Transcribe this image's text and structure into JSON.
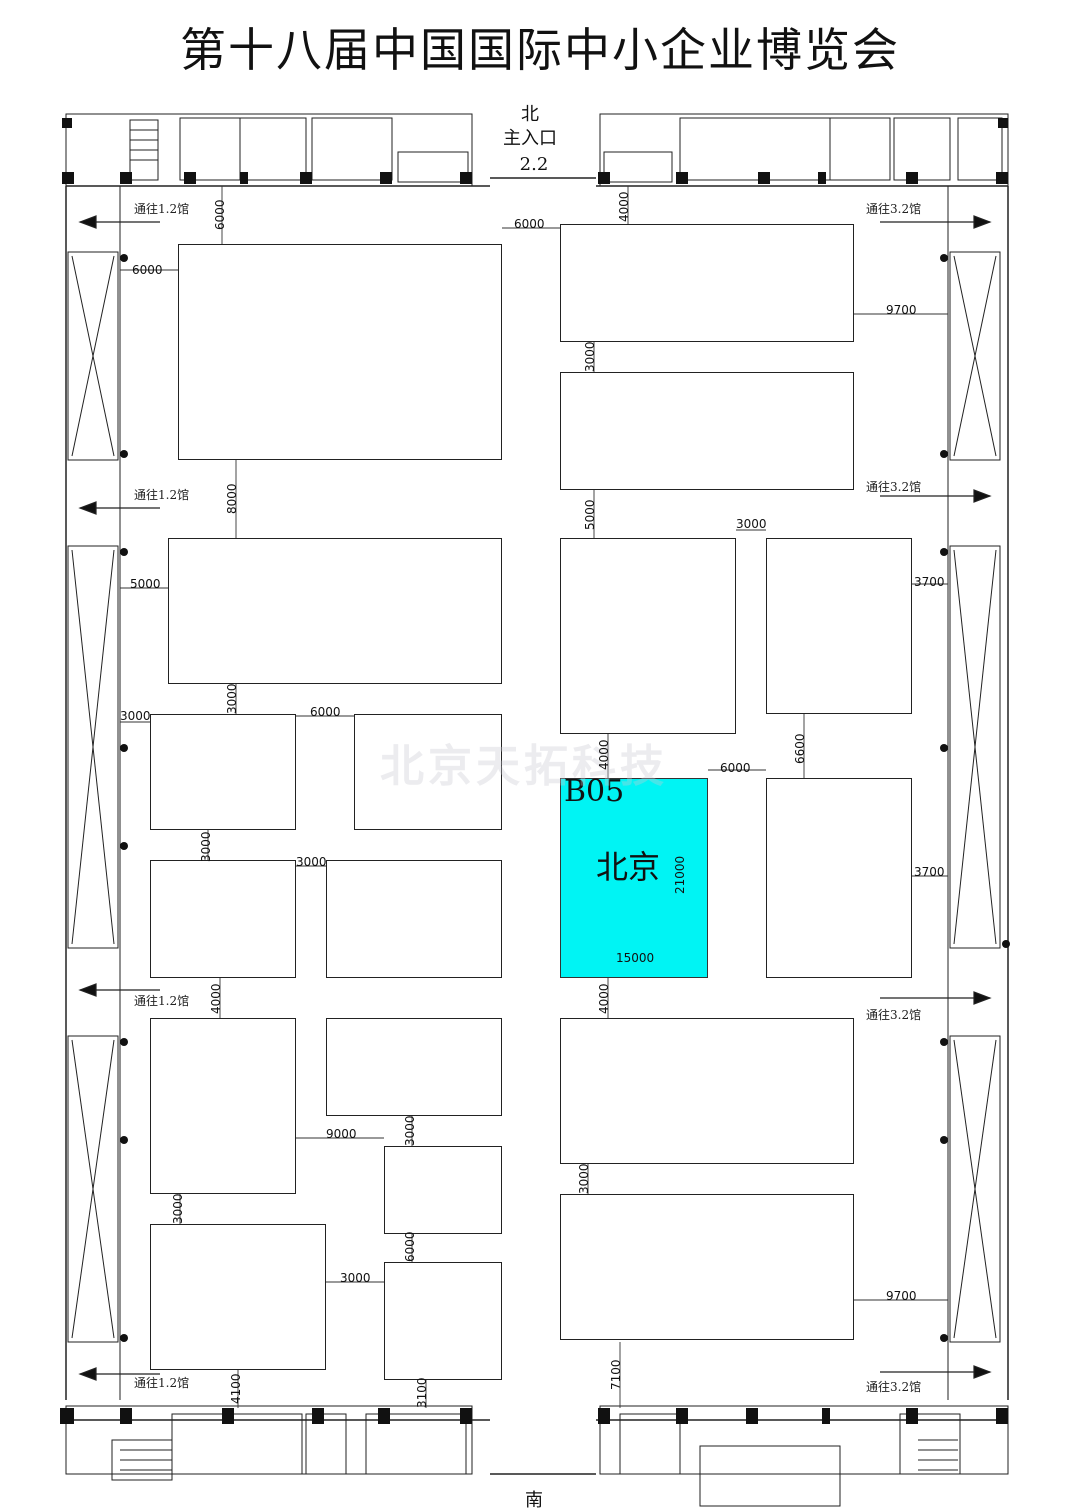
{
  "title": "第十八届中国国际中小企业博览会",
  "entrance": {
    "direction": "北",
    "label": "主入口",
    "gate": "2.2"
  },
  "south_label": "南",
  "watermark": "北京天拓科技",
  "passages": {
    "left": "通往1.2馆",
    "right": "通往3.2馆"
  },
  "highlight_booth": {
    "code": "B05",
    "name": "北京",
    "width": "15000",
    "depth": "21000",
    "color": "#00f4f4"
  },
  "dimensions": {
    "d1": "6000",
    "d2": "6000",
    "d3": "6000",
    "d4": "4000",
    "d5": "9700",
    "d6": "3000",
    "d7": "8000",
    "d8": "5000",
    "d9": "5000",
    "d10": "3000",
    "d11": "3700",
    "d12": "3000",
    "d13": "3000",
    "d14": "6000",
    "d15": "4000",
    "d16": "6600",
    "d17": "6000",
    "d18": "3000",
    "d19": "3000",
    "d20": "3700",
    "d21": "4000",
    "d22": "4000",
    "d23": "9000",
    "d24": "3000",
    "d25": "3000",
    "d26": "3000",
    "d27": "6000",
    "d28": "3000",
    "d29": "9700",
    "d30": "4100",
    "d31": "3100",
    "d32": "7100"
  }
}
